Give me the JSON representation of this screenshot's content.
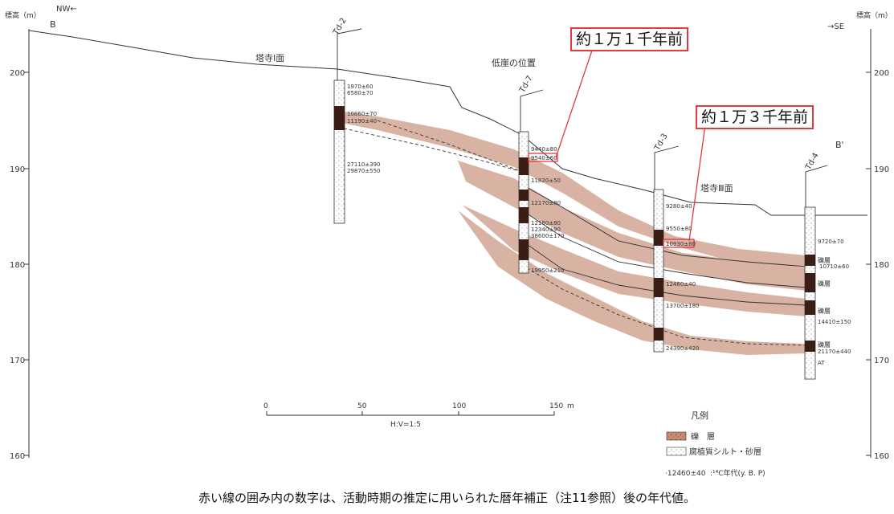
{
  "axes": {
    "left_label": "標高（m）",
    "right_label": "標高（m）",
    "ticks": [
      "200",
      "190",
      "180",
      "170",
      "160"
    ],
    "dir_left": "NW←",
    "dir_right": "→SE",
    "point_b": "B",
    "point_b_prime": "B'"
  },
  "surfaces": {
    "terrace1": "塔寺Ⅰ面",
    "terrace3": "塔寺Ⅲ面",
    "scarp": "低崖の位置"
  },
  "boreholes": [
    {
      "name": "Td-2",
      "ages": [
        "1970±60",
        "6580±70",
        "10860±70",
        "11190±40",
        "27110±390",
        "29870±550"
      ]
    },
    {
      "name": "Td-7",
      "ages": [
        "9440±80",
        "9540±60",
        "11820±50",
        "12170±80",
        "12180±80",
        "12340±90",
        "38600±170",
        "19950±210"
      ]
    },
    {
      "name": "Td-3",
      "ages": [
        "9280±40",
        "9550±80",
        "10930±80",
        "12460±40",
        "13700±180",
        "24390±420"
      ]
    },
    {
      "name": "Td-4",
      "ages": [
        "9720±70",
        "10710±60",
        "14410±150",
        "21170±440",
        "AT"
      ],
      "layers": [
        "礫層",
        "礫層",
        "礫層",
        "礫層"
      ]
    }
  ],
  "callouts": {
    "upper": "約１万１千年前",
    "right": "約１万３千年前"
  },
  "scale": {
    "ticks": [
      "0",
      "50",
      "100",
      "150"
    ],
    "unit": "m",
    "ratio": "H:V=1:5"
  },
  "legend": {
    "title": "凡例",
    "gravel": "礫　層",
    "silt": "腐植質シルト・砂層",
    "sample": "·12460±40",
    "c14": ":¹⁴C年代(y. B. P)"
  },
  "caption": "赤い線の囲み内の数字は、活動時期の推定に用いられた暦年補正（注11参照）後の年代値。",
  "colors": {
    "gravel": "#b9765a",
    "callout_border": "#e23b3b",
    "line": "#333333"
  }
}
